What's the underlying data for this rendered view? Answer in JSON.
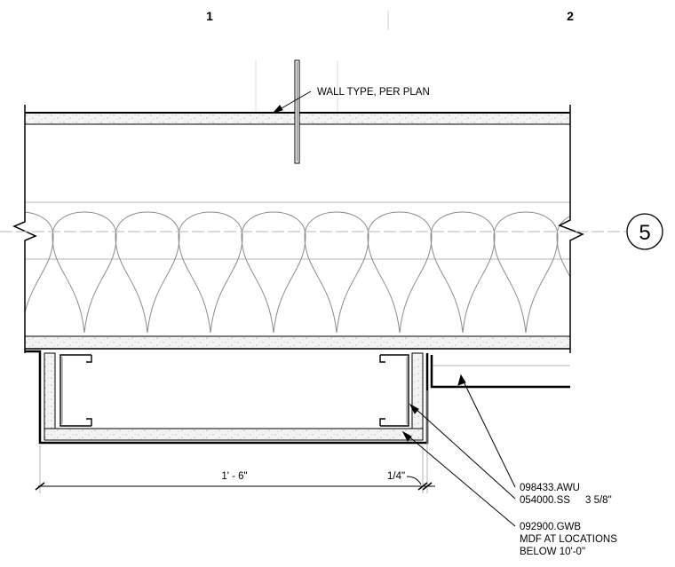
{
  "grid": {
    "line_1": "1",
    "line_2": "2"
  },
  "section_marker": "5",
  "callouts": {
    "wall_type": "WALL TYPE, PER PLAN",
    "awu": "098433.AWU",
    "studs": "054000.SS",
    "stud_size": "3 5/8\"",
    "gwb": "092900.GWB",
    "mdf_line1": "MDF AT LOCATIONS",
    "mdf_line2": "BELOW 10'-0\""
  },
  "dimensions": {
    "width": "1' - 6\"",
    "gap": "1/4\""
  },
  "colors": {
    "line": "#000000",
    "light_line": "#b5b5b5",
    "board_fill": "#f2f2f2"
  }
}
